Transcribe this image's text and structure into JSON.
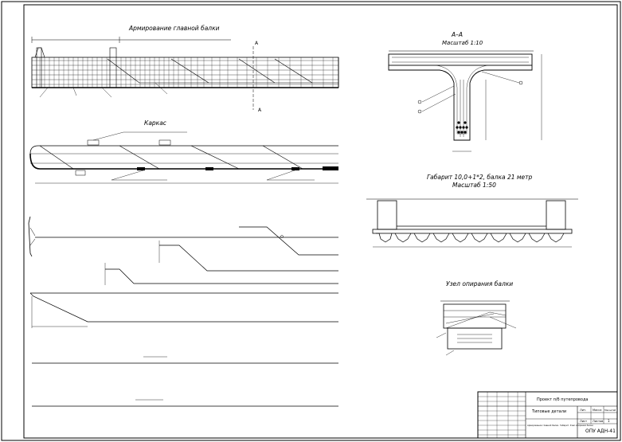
{
  "titles": {
    "main_beam": "Армирование главной балки",
    "section_aa": "А–А",
    "section_aa_scale": "Масштаб 1:10",
    "carcass": "Каркас",
    "gabarit": "Габарит 10,0+1*2, балка 21 метр",
    "gabarit_scale": "Масштаб 1:50",
    "support_node": "Узел опирания балки"
  },
  "marks": {
    "section_a": "А",
    "section_a_low": "А"
  },
  "stamp": {
    "project_title": "Проект п/б путепровода",
    "stage": "Типовые детали",
    "drawing_title": "Армирование главной балки. Габарит. Узел опирания балки",
    "doc_code": "ОПУ АДН-41",
    "col_lit": "Лит.",
    "col_mass": "Масса",
    "col_scale": "Масштаб",
    "sheet": "Лист",
    "sheets": "Листов",
    "sheets_count": "1"
  }
}
